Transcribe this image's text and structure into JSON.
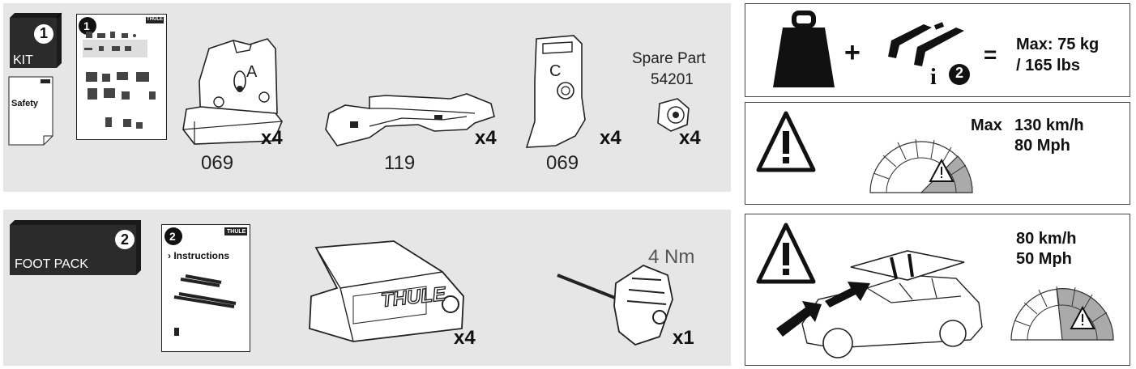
{
  "kit_section": {
    "badge_number": "1",
    "badge_label": "KIT",
    "safety_label": "Safety",
    "booklet_number": "1",
    "booklet_brand": "THULE",
    "parts": [
      {
        "code": "069",
        "qty": "x4",
        "letter": "A"
      },
      {
        "code": "119",
        "qty": "x4"
      },
      {
        "code": "069",
        "qty": "x4",
        "letter": "C"
      },
      {
        "spare_title": "Spare Part",
        "spare_code": "54201",
        "qty": "x4"
      }
    ]
  },
  "foot_pack_section": {
    "badge_number": "2",
    "badge_label": "FOOT PACK",
    "booklet_number": "2",
    "booklet_brand": "THULE",
    "booklet_label": "› Instructions",
    "foot_brand": "THULE",
    "foot_qty": "x4",
    "tool_torque": "4 Nm",
    "tool_qty": "x1"
  },
  "load_box": {
    "plus": "+",
    "info_number": "2",
    "equals": "=",
    "max_line1": "Max: 75 kg",
    "max_line2": "/ 165 lbs"
  },
  "speed_box_1": {
    "max_label": "Max",
    "speed_kmh": "130 km/h",
    "speed_mph": "80 Mph"
  },
  "speed_box_2": {
    "speed_kmh": "80 km/h",
    "speed_mph": "50 Mph"
  }
}
